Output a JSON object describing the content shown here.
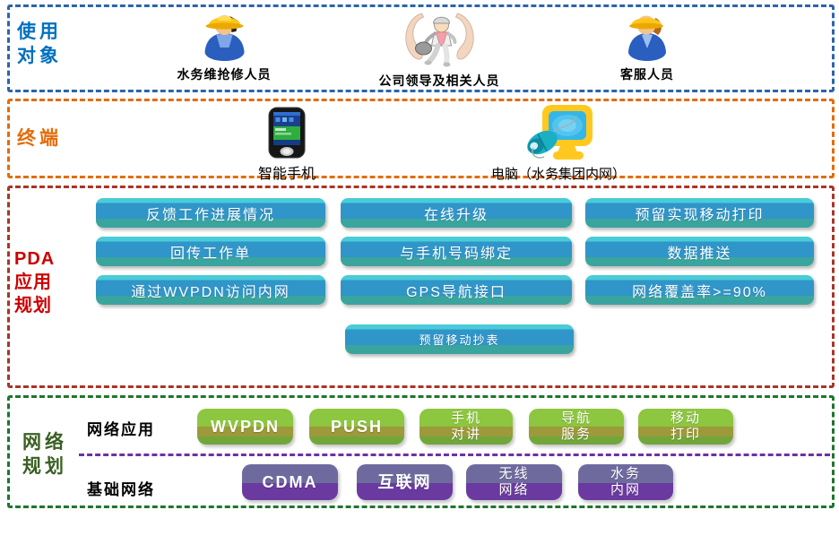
{
  "sections": {
    "users": {
      "title_lines": [
        "使用",
        "对象"
      ],
      "items": [
        {
          "name": "水务维抢修人员"
        },
        {
          "name": "公司领导及相关人员"
        },
        {
          "name": "客服人员"
        }
      ]
    },
    "terminals": {
      "title": "终端",
      "items": [
        {
          "name": "智能手机"
        },
        {
          "name": "电脑（水务集团内网）"
        }
      ]
    },
    "pda": {
      "title_lines": [
        "PDA",
        "应用",
        "规划"
      ],
      "buttons": [
        "反馈工作进展情况",
        "在线升级",
        "预留实现移动打印",
        "回传工作单",
        "与手机号码绑定",
        "数据推送",
        "通过WVPDN访问内网",
        "GPS导航接口",
        "网络覆盖率>=90%"
      ],
      "extra_button": "预留移动抄表"
    },
    "network": {
      "title_lines": [
        "网络",
        "规划"
      ],
      "app_row": {
        "label": "网络应用",
        "buttons": [
          {
            "lines": [
              "WVPDN"
            ]
          },
          {
            "lines": [
              "PUSH"
            ]
          },
          {
            "lines": [
              "手机",
              "对讲"
            ]
          },
          {
            "lines": [
              "导航",
              "服务"
            ]
          },
          {
            "lines": [
              "移动",
              "打印"
            ]
          }
        ]
      },
      "base_row": {
        "label": "基础网络",
        "buttons": [
          {
            "lines": [
              "CDMA"
            ]
          },
          {
            "lines": [
              "互联网"
            ]
          },
          {
            "lines": [
              "无线",
              "网络"
            ]
          },
          {
            "lines": [
              "水务",
              "内网"
            ]
          }
        ]
      }
    }
  },
  "colors": {
    "users_accent": "#0070c0",
    "users_border": "#2b64ad",
    "terminals_accent": "#e36c09",
    "pda_accent": "#cc0000",
    "pda_border": "#a83528",
    "network_accent": "#3a5f23",
    "network_border": "#1f752f",
    "network_divider": "#7030a0",
    "pda_button_body": "#3095c8",
    "app_button_body": "#8dc63f",
    "base_button_body": "#6a3aa0"
  }
}
